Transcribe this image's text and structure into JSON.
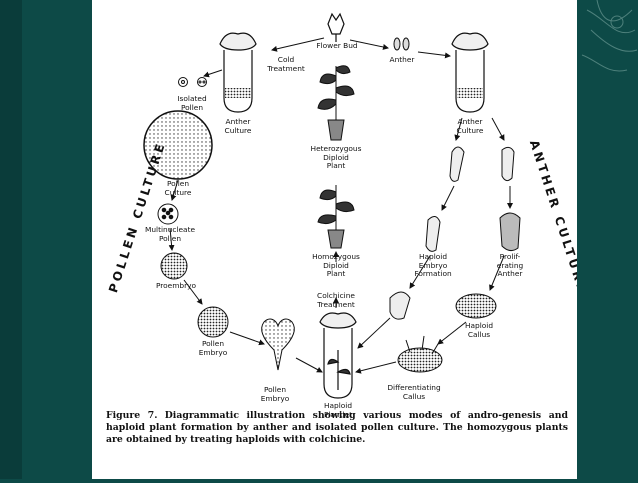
{
  "labels": {
    "flower_bud": "Flower Bud",
    "cold_treatment": "Cold\nTreatment",
    "anther_top": "Anther",
    "isolated_pollen": "Isolated\nPollen",
    "anther_culture_left": "Anther\nCulture",
    "anther_culture_right": "Anther\nCulture",
    "heterozygous": "Heterozygous\nDiploid\nPlant",
    "pollen_culture_lbl": "Pollen\nCulture",
    "multinucleate": "Multinucleate\nPollen",
    "proembryo": "Proembryo",
    "pollen_embryo_left": "Pollen\nEmbryo",
    "pollen_embryo_center": "Pollen\nEmbryo",
    "homozygous": "Homozygous\nDiploid\nPlant",
    "colchicine": "Colchicine\nTreatment",
    "haploid_embryo": "Haploid\nEmbryo\nFormation",
    "proliferating": "Prolif-\nerating\nAnther",
    "haploid_callus": "Haploid\nCallus",
    "differentiating": "Differentiating\nCallus",
    "haploid_plantlet": "Haploid\nPlantlet",
    "pollen_culture_arc": "POLLEN CULTURE",
    "anther_culture_arc": "ANTHER CULTURE"
  },
  "caption": {
    "figure": "Figure 7.",
    "text": "Diagrammatic illustration showing various modes of andro-genesis and haploid plant formation by anther and isolated pollen culture. The homozygous plants are obtained by treating haploids with colchicine."
  },
  "colors": {
    "background": "#0d4a47",
    "sheet": "#ffffff",
    "ink": "#111111"
  }
}
